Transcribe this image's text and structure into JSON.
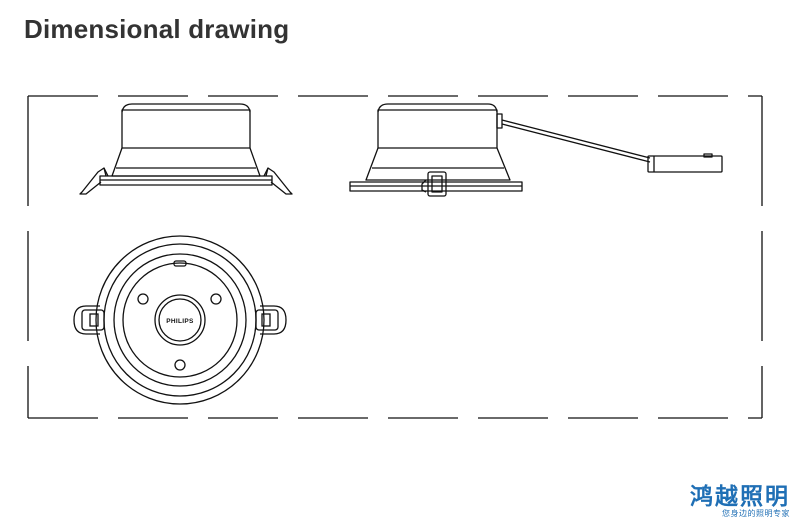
{
  "header": {
    "title": "Dimensional drawing"
  },
  "drawing": {
    "logo_text": "PHILIPS"
  },
  "brand": {
    "name": "鸿越照明",
    "slogan": "您身边的照明专家",
    "color": "#1f6fb5"
  }
}
